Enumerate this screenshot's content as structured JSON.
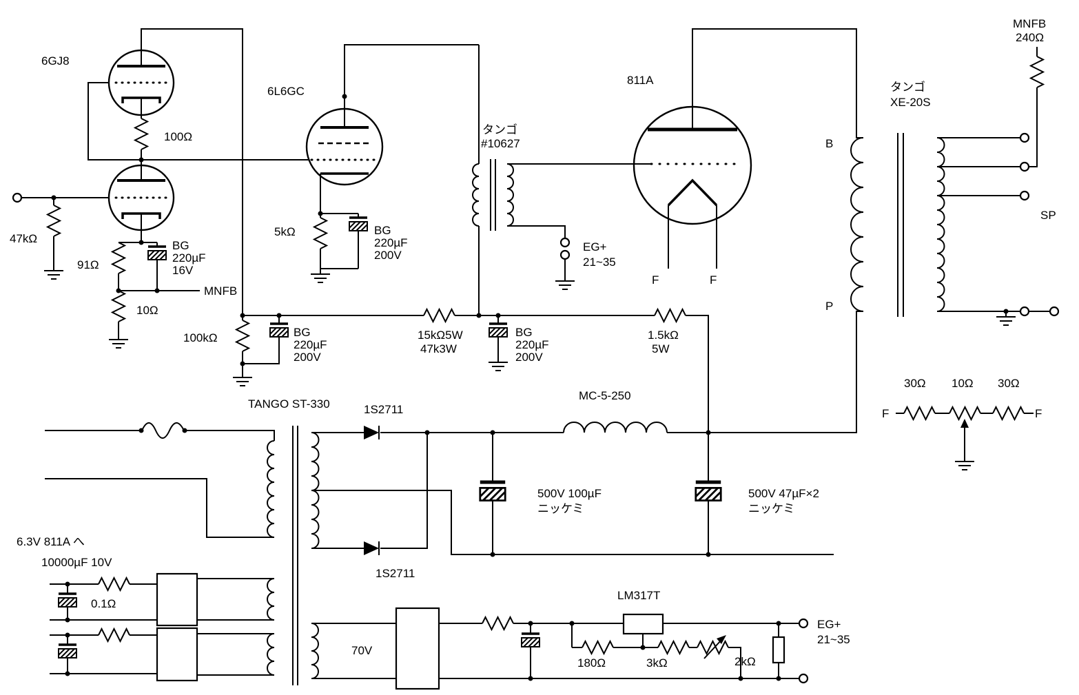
{
  "labels": {
    "tube1": "6GJ8",
    "tube2": "6L6GC",
    "tube3": "811A",
    "r100": "100Ω",
    "r47k": "47kΩ",
    "r91": "91Ω",
    "r10": "10Ω",
    "r100k": "100kΩ",
    "r5k": "5kΩ",
    "cap16_1": "BG",
    "cap16_2": "220µF",
    "cap16_3": "16V",
    "cap200a_1": "BG",
    "cap200a_2": "220µF",
    "cap200a_3": "200V",
    "cap200b_1": "BG",
    "cap200b_2": "220µF",
    "cap200b_3": "200V",
    "cap200c_1": "BG",
    "cap200c_2": "220µF",
    "cap200c_3": "200V",
    "mnfb_tap": "MNFB",
    "it_1": "タンゴ",
    "it_2": "#10627",
    "opt_1": "タンゴ",
    "opt_2": "XE-20S",
    "opt_b": "B",
    "opt_p": "P",
    "mnfb_1": "MNFB",
    "mnfb_2": "240Ω",
    "sp": "SP",
    "r15k_1": "15kΩ5W",
    "r15k_2": "47k3W",
    "r1k5_1": "1.5kΩ",
    "r1k5_2": "5W",
    "eg1_1": "EG+",
    "eg1_2": "21~35",
    "f1": "F",
    "f2": "F",
    "f3": "F",
    "f4": "F",
    "hum30a": "30Ω",
    "hum10": "10Ω",
    "hum30b": "30Ω",
    "pt": "TANGO ST-330",
    "d1": "1S2711",
    "d2": "1S2711",
    "choke": "MC-5-250",
    "cap500a_1": "500V 100µF",
    "cap500a_2": "ニッケミ",
    "cap500b_1": "500V 47µF×2",
    "cap500b_2": "ニッケミ",
    "heater1": "6.3V 811A へ",
    "heater2": "10000µF 10V",
    "r01": "0.1Ω",
    "v70": "70V",
    "lm317": "LM317T",
    "r180": "180Ω",
    "r3k": "3kΩ",
    "r2k": "2kΩ",
    "eg2_1": "EG+",
    "eg2_2": "21~35"
  }
}
